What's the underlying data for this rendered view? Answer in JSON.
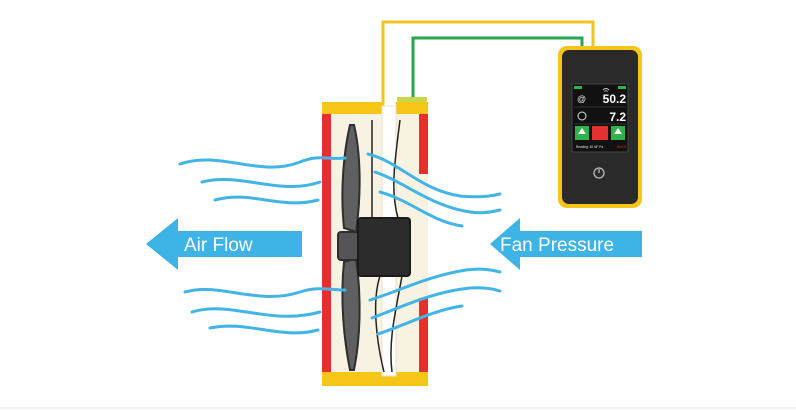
{
  "labels": {
    "air_flow": "Air Flow",
    "fan_pressure": "Fan Pressure"
  },
  "meter": {
    "reading_primary": "50.2",
    "reading_secondary": "7.2",
    "primary_symbol": "@",
    "footer_left": "Reading: 40 NF Pa",
    "footer_right": "Hi=0.9"
  },
  "colors": {
    "arrow": "#3db3e6",
    "housing_yellow": "#f5c518",
    "housing_red": "#e52f2f",
    "wind": "#42b4e6",
    "tube_yellow": "#f2c523",
    "tube_green": "#2aa650",
    "meter_body": "#2a2a2a",
    "meter_screen": "#1a1a1a",
    "status_green": "#2fb34a",
    "status_red": "#e33030"
  },
  "icons": [
    "fan-blade-icon",
    "fan-motor-icon",
    "wifi-icon",
    "battery-icon",
    "power-button-icon",
    "up-arrow-icon"
  ]
}
